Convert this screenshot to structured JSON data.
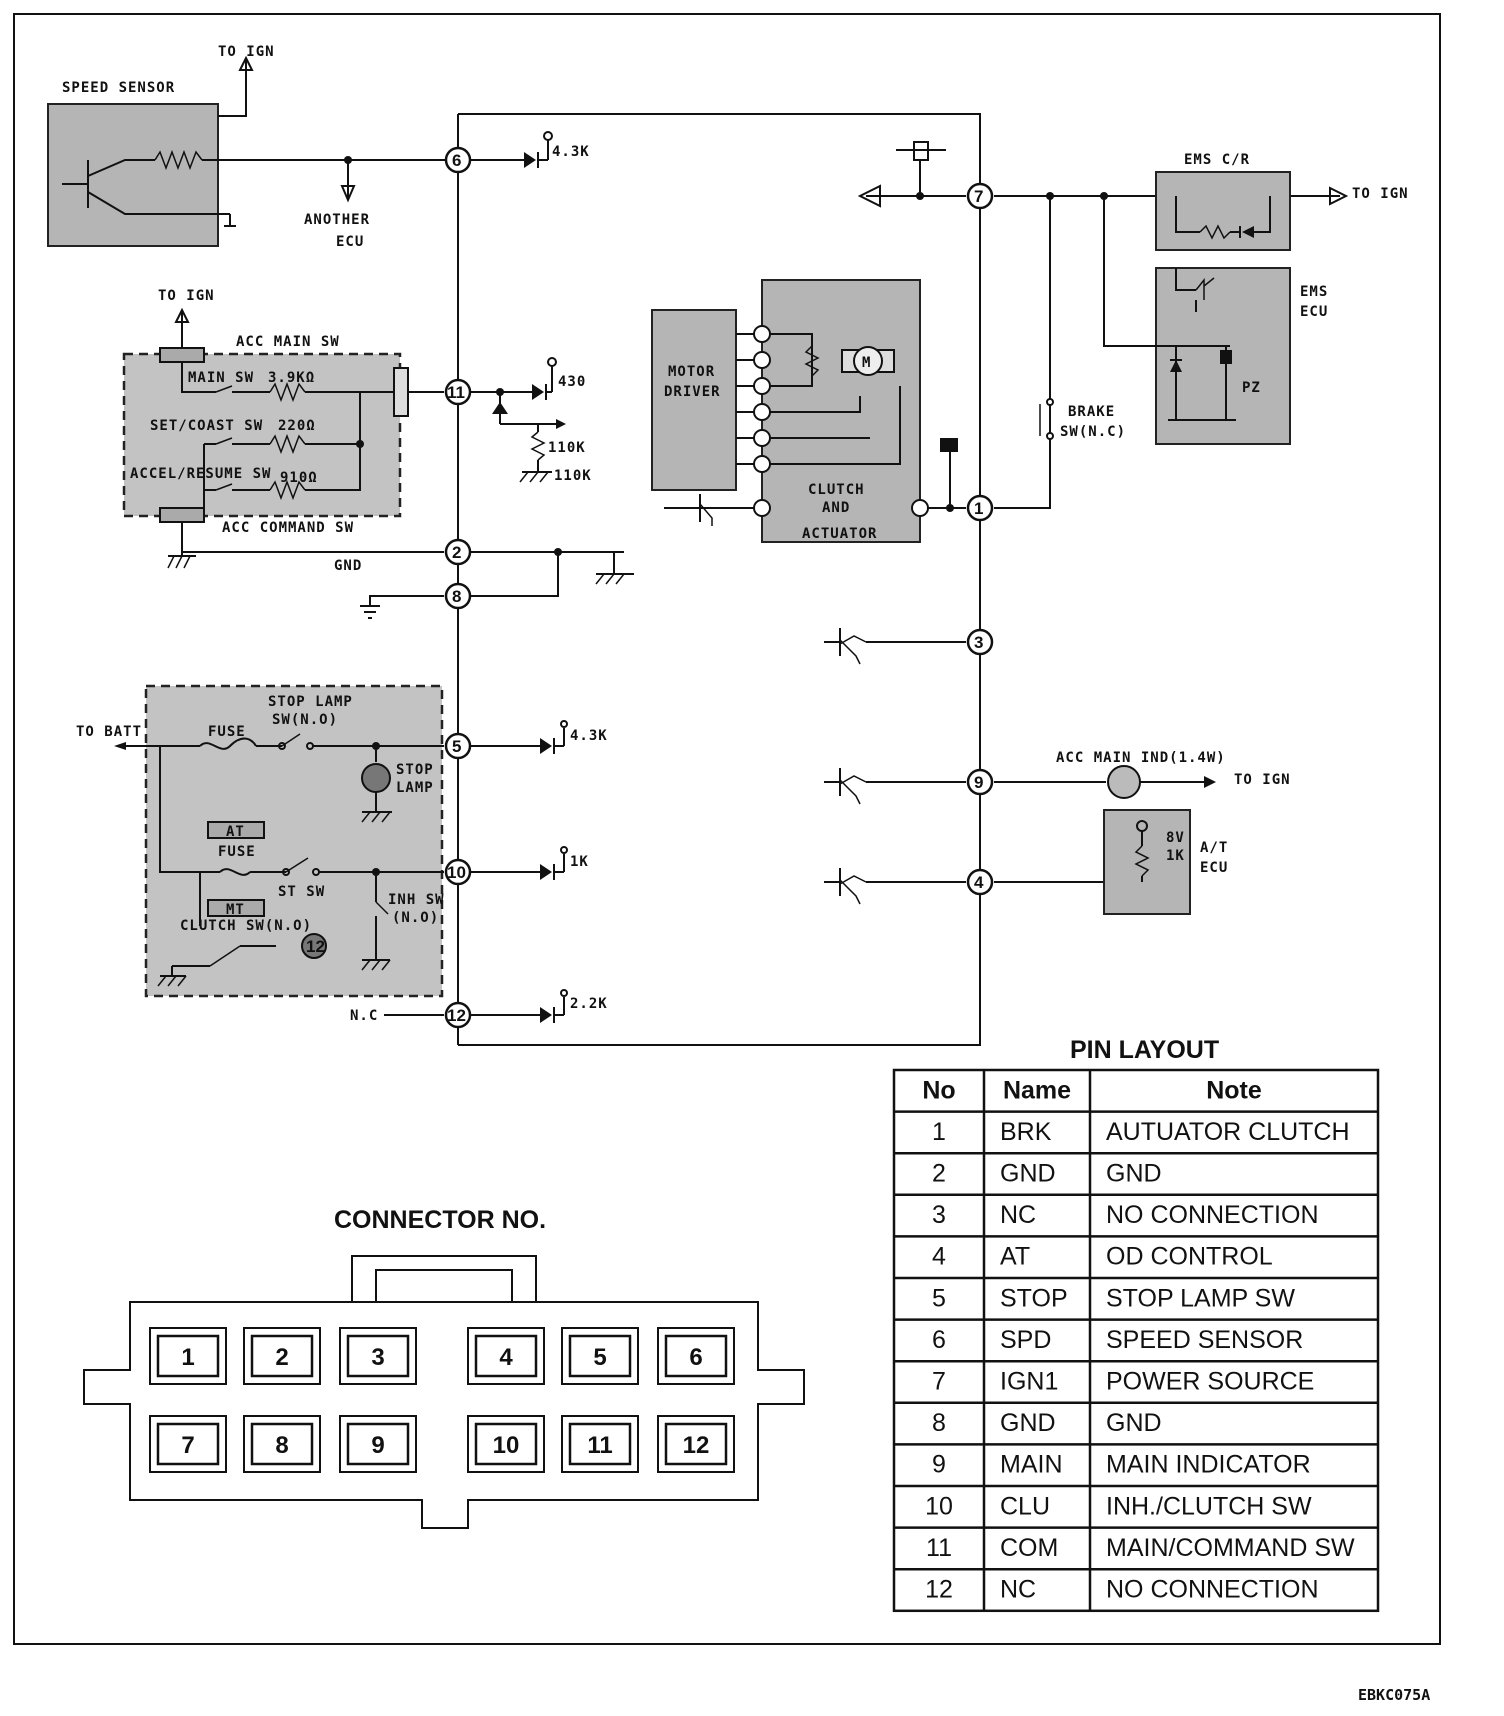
{
  "diagram": {
    "labels": {
      "to_ign_1": "TO IGN",
      "speed_sensor": "SPEED SENSOR",
      "another_ecu_1": "ANOTHER",
      "another_ecu_2": "ECU",
      "to_ign_2": "TO IGN",
      "acc_main_sw": "ACC MAIN SW",
      "main_sw": "MAIN SW",
      "r_main": "3.9KΩ",
      "set_coast_sw": "SET/COAST SW",
      "r_set": "220Ω",
      "accel_resume_sw": "ACCEL/RESUME SW",
      "r_accel": "910Ω",
      "acc_command_sw": "ACC COMMAND SW",
      "gnd": "GND",
      "to_batt": "TO BATT",
      "fuse": "FUSE",
      "stop_lamp_sw_1": "STOP LAMP",
      "stop_lamp_sw_2": "SW(N.O)",
      "stop_lamp_1": "STOP",
      "stop_lamp_2": "LAMP",
      "at_fuse_1": "AT",
      "at_fuse_2": "FUSE",
      "st_sw": "ST SW",
      "at_clutch": "MT",
      "clutch_sw": "CLUTCH SW(N.O)",
      "inh_sw_1": "INH SW",
      "inh_sw_2": "(N.O)",
      "circle_12": "12",
      "nc": "N.C",
      "r_4_3k_a": "4.3K",
      "r_430": "430",
      "r_110k_a": "110K",
      "r_110k_b": "110K",
      "r_4_3k_b": "4.3K",
      "r_1k": "1K",
      "r_2_2k": "2.2K",
      "motor_driver_1": "MOTOR",
      "motor_driver_2": "DRIVER",
      "motor": "M",
      "clutch_1": "CLUTCH",
      "clutch_2": "AND",
      "clutch_3": "ACTUATOR",
      "ems_cr": "EMS C/R",
      "to_ign_3": "TO IGN",
      "ems_ecu_1": "EMS",
      "ems_ecu_2": "ECU",
      "pz": "PZ",
      "brake_sw_1": "BRAKE",
      "brake_sw_2": "SW(N.C)",
      "acc_main_ind": "ACC MAIN IND(1.4W)",
      "to_ign_4": "TO IGN",
      "at_ecu_1": "A/T",
      "at_ecu_2": "ECU",
      "at_8v": "8V",
      "at_1k": "1K"
    },
    "pins": [
      "6",
      "11",
      "2",
      "8",
      "5",
      "10",
      "12",
      "7",
      "1",
      "3",
      "9",
      "4"
    ]
  },
  "pin_layout": {
    "title": "PIN LAYOUT",
    "headers": [
      "No",
      "Name",
      "Note"
    ],
    "rows": [
      [
        "1",
        "BRK",
        "AUTUATOR CLUTCH"
      ],
      [
        "2",
        "GND",
        "GND"
      ],
      [
        "3",
        "NC",
        "NO CONNECTION"
      ],
      [
        "4",
        "AT",
        "OD CONTROL"
      ],
      [
        "5",
        "STOP",
        "STOP LAMP SW"
      ],
      [
        "6",
        "SPD",
        "SPEED SENSOR"
      ],
      [
        "7",
        "IGN1",
        "POWER SOURCE"
      ],
      [
        "8",
        "GND",
        "GND"
      ],
      [
        "9",
        "MAIN",
        "MAIN INDICATOR"
      ],
      [
        "10",
        "CLU",
        "INH./CLUTCH SW"
      ],
      [
        "11",
        "COM",
        "MAIN/COMMAND SW"
      ],
      [
        "12",
        "NC",
        "NO CONNECTION"
      ]
    ]
  },
  "connector": {
    "title": "CONNECTOR NO.",
    "top_row": [
      "1",
      "2",
      "3",
      "4",
      "5",
      "6"
    ],
    "bottom_row": [
      "7",
      "8",
      "9",
      "10",
      "11",
      "12"
    ]
  },
  "footer_code": "EBKC075A"
}
